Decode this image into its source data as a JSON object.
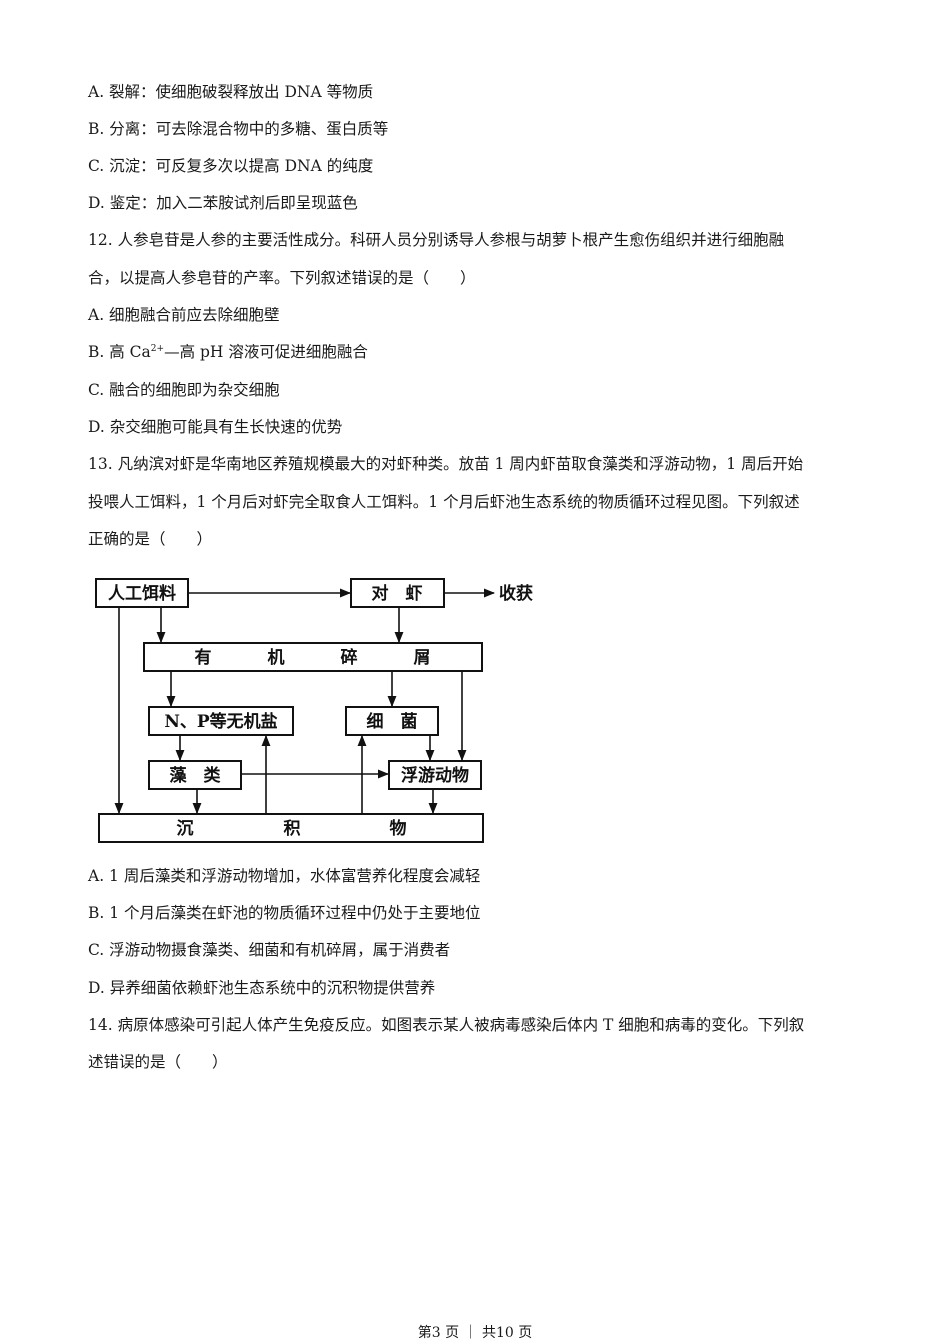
{
  "q11": {
    "optA": "A.  裂解：使细胞破裂释放出 DNA 等物质",
    "optB": "B.  分离：可去除混合物中的多糖、蛋白质等",
    "optC": "C.  沉淀：可反复多次以提高 DNA 的纯度",
    "optD": "D.  鉴定：加入二苯胺试剂后即呈现蓝色"
  },
  "q12": {
    "stem1": "12.  人参皂苷是人参的主要活性成分。科研人员分别诱导人参根与胡萝卜根产生愈伤组织并进行细胞融",
    "stem2": "合，以提高人参皂苷的产率。下列叙述错误的是（　　）",
    "optA": "A.  细胞融合前应去除细胞壁",
    "optB_pre": "B.  高 Ca",
    "optB_sup": "2+",
    "optB_post": "—高 pH 溶液可促进细胞融合",
    "optC": "C.  融合的细胞即为杂交细胞",
    "optD": "D.  杂交细胞可能具有生长快速的优势"
  },
  "q13": {
    "stem1": "13.  凡纳滨对虾是华南地区养殖规模最大的对虾种类。放苗 1 周内虾苗取食藻类和浮游动物，1 周后开始",
    "stem2": "投喂人工饵料，1 个月后对虾完全取食人工饵料。1 个月后虾池生态系统的物质循环过程见图。下列叙述",
    "stem3": "正确的是（　　）",
    "diagram": {
      "feed": "人工饵料",
      "shrimp": "对　虾",
      "harvest": "收获",
      "detritus": [
        "有",
        "机",
        "碎",
        "屑"
      ],
      "salts": "N、P等无机盐",
      "bacteria": "细　菌",
      "algae": "藻　类",
      "zooplankton": "浮游动物",
      "sediment": [
        "沉",
        "积",
        "物"
      ]
    },
    "optA": "A. 1 周后藻类和浮游动物增加，水体富营养化程度会减轻",
    "optB": "B. 1 个月后藻类在虾池的物质循环过程中仍处于主要地位",
    "optC": "C.  浮游动物摄食藻类、细菌和有机碎屑，属于消费者",
    "optD": "D.  异养细菌依赖虾池生态系统中的沉积物提供营养"
  },
  "q14": {
    "stem1": "14.  病原体感染可引起人体产生免疫反应。如图表示某人被病毒感染后体内 T 细胞和病毒的变化。下列叙",
    "stem2": "述错误的是（　　）"
  },
  "footer": "第3 页 ｜ 共10 页"
}
